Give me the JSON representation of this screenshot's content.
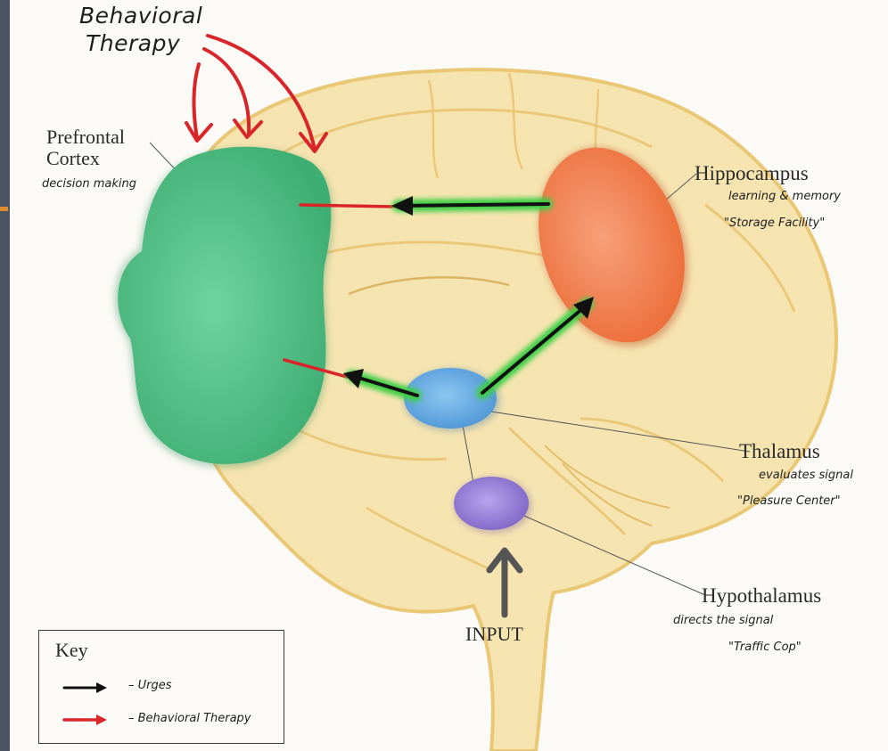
{
  "diagram": {
    "title": [
      "Behavioral",
      "Therapy"
    ],
    "regions": {
      "prefrontal_cortex": {
        "name_line1": "Prefrontal",
        "name_line2": "Cortex",
        "description": "decision making"
      },
      "hippocampus": {
        "name": "Hippocampus",
        "description": "learning & memory",
        "role": "\"Storage Facility\""
      },
      "thalamus": {
        "name": "Thalamus",
        "description": "evaluates signal",
        "role": "\"Pleasure Center\""
      },
      "hypothalamus": {
        "name": "Hypothalamus",
        "description": "directs the signal",
        "role": "\"Traffic Cop\""
      }
    },
    "input_label": "INPUT",
    "key": {
      "title": "Key",
      "entries": [
        {
          "label": "– Urges",
          "swatch": "green-black-arrow"
        },
        {
          "label": "– Behavioral Therapy",
          "swatch": "red-arrow"
        }
      ]
    },
    "colors": {
      "prefrontal": "#4fbf86",
      "hippocampus": "#f0814e",
      "thalamus": "#6aaee6",
      "hypothalamus": "#9a84d8",
      "urge_glow": "#3ecf45",
      "therapy_arrow": "#d9252a",
      "brain": "#f3dfa6"
    }
  }
}
